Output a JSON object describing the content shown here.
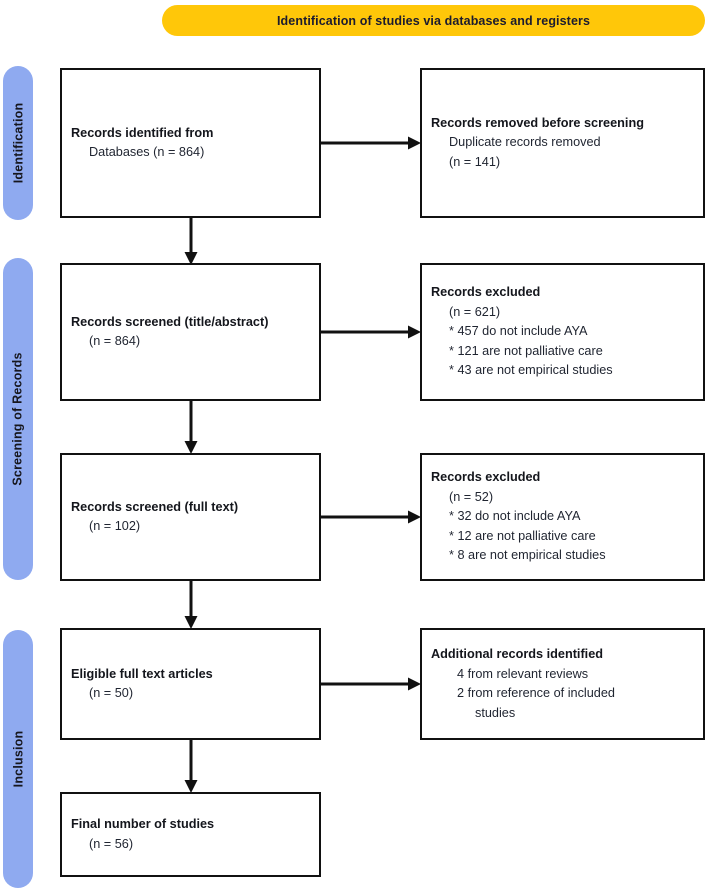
{
  "banner": {
    "title": "Identification of studies via databases and registers",
    "color": "#FFC709"
  },
  "sidebar": {
    "color": "#8FAAF0",
    "items": [
      {
        "label": "Identification"
      },
      {
        "label": "Screening of Records"
      },
      {
        "label": "Inclusion"
      }
    ]
  },
  "flow": {
    "identified": {
      "head": "Records identified from",
      "l1": "Databases (n = 864)"
    },
    "removed": {
      "head": "Records removed before screening",
      "l1": "Duplicate records removed",
      "l2": "(n = 141)"
    },
    "screened_title": {
      "head": "Records screened (title/abstract)",
      "l1": "(n = 864)"
    },
    "excluded_1": {
      "head": "Records excluded",
      "l1": "(n = 621)",
      "l2": "* 457 do not include AYA",
      "l3": "* 121 are not palliative care",
      "l4": "* 43 are not empirical studies"
    },
    "screened_full": {
      "head": "Records screened (full text)",
      "l1": "(n = 102)"
    },
    "excluded_2": {
      "head": "Records excluded",
      "l1": "(n = 52)",
      "l2": "* 32 do not include AYA",
      "l3": "* 12 are not palliative care",
      "l4": "* 8 are not empirical studies"
    },
    "eligible": {
      "head": "Eligible full text articles",
      "l1": "(n = 50)"
    },
    "additional": {
      "head": "Additional records identified",
      "l1": "4 from relevant reviews",
      "l2": "2 from reference of included",
      "l3": "studies"
    },
    "final": {
      "head": "Final number of studies",
      "l1": "(n = 56)"
    }
  }
}
